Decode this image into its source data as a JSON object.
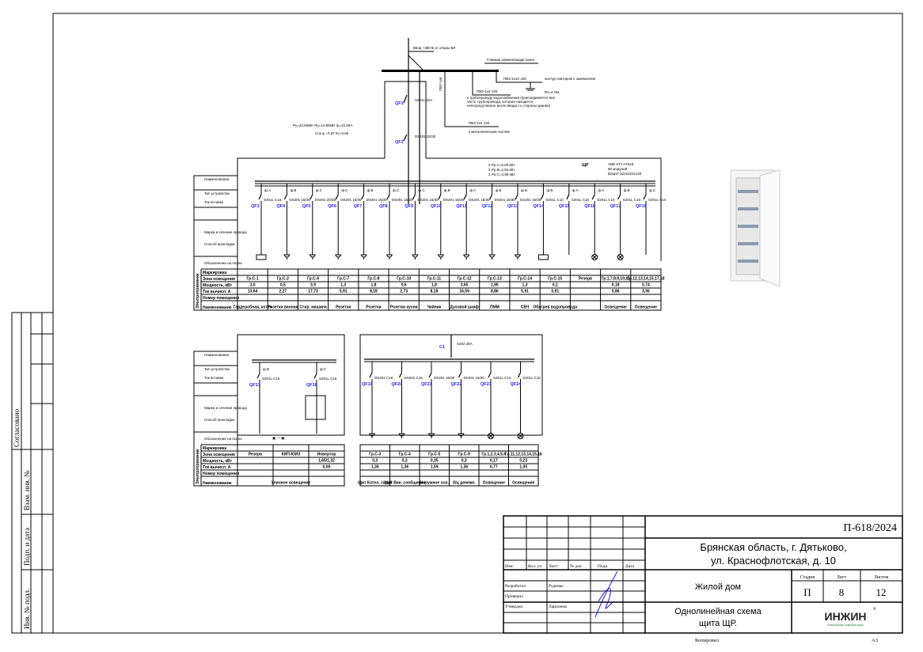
{
  "title_block": {
    "doc_number": "П-618/2024",
    "address_line1": "Брянская область, г. Дятьково,",
    "address_line2": "ул. Краснофлотская, д. 10",
    "object": "Жилой дом",
    "sheet_title_line1": "Однолинейная схема",
    "sheet_title_line2": "щита ЩР.",
    "col_headers": [
      "Изм.",
      "Кол. уч",
      "Лист",
      "№ док",
      "Подп.",
      "Дата"
    ],
    "roles": [
      {
        "role": "Разработал",
        "name": "Руденко"
      },
      {
        "role": "Проверил",
        "name": ""
      },
      {
        "role": "Утвердил",
        "name": "Ларионов"
      }
    ],
    "stage_label": "Стадия",
    "sheet_label": "Лист",
    "sheets_label": "Листов",
    "stage": "П",
    "sheet": "8",
    "sheets": "12",
    "logo_text": "ИНЖИН",
    "logo_sub": "Инженерные коммуникации",
    "copied_label": "Копировал",
    "format": "А3",
    "logo_color": "#2e7d32"
  },
  "side_stamp": {
    "agreed": "Согласовано",
    "inv_replace": "Взам. инв. №",
    "sign_date": "Подп. и дата",
    "inv_orig": "Инв. № подл."
  },
  "supply": {
    "input_note": "Ввод ~380 В от опоры ВЛ",
    "ground_bus": "Главная заземляющая шина",
    "ground_line1": "ПВ3-1х10 л20",
    "ground_loop": "контур повторного заземления",
    "ground_r": "Rз=4 Ом",
    "pipe_line": "ПВ3-1х4 л20",
    "pipe_note": "к трубопроводу водоснабжения (присоединяется вне часть трубопровода, которая находится непосредственно возле ввода со стороны здания)",
    "metal_line": "ПВ3-1х4 л20",
    "metal_note": "к металлическим частям",
    "pe_line": "ПВ3-1х6",
    "qf1": "QF1",
    "qf1_type": "S201L 32A",
    "qf2": "QF2",
    "qf2_type": "DS201 32/30",
    "calc1": "Ру=22,50кВт   Рр=14,69кВт   Iр=22,59А",
    "calc2": "Cos φ =0,97   Кс=0,65"
  },
  "panel": {
    "phase_a": "Σ Рр.А=5,00 кВт",
    "phase_b": "Σ Рр.В=4,94 кВт",
    "phase_c": "Σ Рр.С=4,89 кВт",
    "name": "ЩР",
    "model": "ABB STJ AT51E",
    "modules": "60 модулей",
    "size": "ВхШхГ 524х324х140"
  },
  "top_breakers": [
    {
      "id": "QF3",
      "phase": "ф.А",
      "type": "S201L C16",
      "load": "box"
    },
    {
      "id": "QF4",
      "phase": "ф.В",
      "type": "DS201 16/30",
      "load": "socket"
    },
    {
      "id": "QF5",
      "phase": "ф.С",
      "type": "DS201 20/30",
      "load": "socket"
    },
    {
      "id": "QF6",
      "phase": "ф.С",
      "type": "DS201 16/30",
      "load": "socket"
    },
    {
      "id": "QF7",
      "phase": "ф.В",
      "type": "DS201 16/30",
      "load": "socket"
    },
    {
      "id": "QF8",
      "phase": "ф.С",
      "type": "DS201 16/30",
      "load": "socket"
    },
    {
      "id": "QF9",
      "phase": "ф.С",
      "type": "DS201 16/30",
      "load": "socket"
    },
    {
      "id": "QF10",
      "phase": "ф.В",
      "type": "DS201 16/30",
      "load": "socket"
    },
    {
      "id": "QF11",
      "phase": "ф.А",
      "type": "DS201 16/30",
      "load": "socket"
    },
    {
      "id": "QF12",
      "phase": "ф.В",
      "type": "DS201 16/30",
      "load": "socket"
    },
    {
      "id": "QF13",
      "phase": "ф.В",
      "type": "DS201 16/30",
      "load": "socket"
    },
    {
      "id": "QF14",
      "phase": "ф.В",
      "type": "S201L C10",
      "load": "box"
    },
    {
      "id": "QF15",
      "phase": "ф.А",
      "type": "S201L C16",
      "load": "none"
    },
    {
      "id": "QF16",
      "phase": "ф.А",
      "type": "S201L C10",
      "load": "lamp"
    },
    {
      "id": "QF17",
      "phase": "ф.В",
      "type": "S201L C10",
      "load": "lamp"
    },
    {
      "id": "QF18",
      "phase": "ф.С",
      "type": "S201L C10",
      "load": "none"
    }
  ],
  "row_labels": [
    "Маркировка",
    "Зона освещения",
    "Мощность, кВт",
    "Ток вычисл. А",
    "Номер помещения",
    "Наименование"
  ],
  "header_labels": [
    "Наименование",
    "Тип устройства",
    "Ток вставки",
    "Марка и сечение провода",
    "Способ прокладки",
    "Обозначение на плане"
  ],
  "side_label": "Электроприемник",
  "top_table": [
    {
      "group": "Гр.С-1",
      "power": "3,0",
      "current": "13,64",
      "name": "Гардеробная, котел"
    },
    {
      "group": "Гр.С-2",
      "power": "0,5",
      "current": "2,27",
      "name": "Розетки ванная"
    },
    {
      "group": "Гр.С-6",
      "power": "3,9",
      "current": "17,73",
      "name": "Стир. машина"
    },
    {
      "group": "Гр.С-7",
      "power": "1,3",
      "current": "5,91",
      "name": "Розетки"
    },
    {
      "group": "Гр.С-8",
      "power": "1,8",
      "current": "8,18",
      "name": "Розетки"
    },
    {
      "group": "Гр.С-10",
      "power": "0,6",
      "current": "2,73",
      "name": "Розетки кухня"
    },
    {
      "group": "Гр.С-11",
      "power": "1,8",
      "current": "8,18",
      "name": "Чайник"
    },
    {
      "group": "Гр.С-12",
      "power": "3,65",
      "current": "16,59",
      "name": "Духовой шкаф"
    },
    {
      "group": "Гр.С-13",
      "power": "1,95",
      "current": "8,86",
      "name": "ПММ"
    },
    {
      "group": "Гр.С-14",
      "power": "1,3",
      "current": "5,91",
      "name": "СВЧ"
    },
    {
      "group": "Гр.С-15",
      "power": "0,2",
      "current": "0,91",
      "name": "Обогрев водопровода"
    },
    {
      "group": "Резерв",
      "power": "",
      "current": "",
      "name": ""
    },
    {
      "group": "Гр.1,7,8,9,10,11",
      "power": "0,18",
      "current": "0,86",
      "name": "Освещение"
    },
    {
      "group": "Гр.12,13,14,15,17,18",
      "power": "0,74",
      "current": "3,36",
      "name": "Освещение"
    }
  ],
  "bottom_left": {
    "breakers": [
      {
        "id": "QF17",
        "phase": "ф.В",
        "type": "S201L C16"
      },
      {
        "id": "QF18",
        "phase": "ф.С",
        "type": "S201L C16"
      }
    ],
    "table": [
      {
        "group": "Резерв",
        "power": "",
        "current": "",
        "name": ""
      },
      {
        "group": "КИП-ЮИЗ",
        "power": "",
        "current": "",
        "name": "Уличное освещение"
      },
      {
        "group": "Инвертор",
        "power": "1,65/1,32",
        "current": "6,00",
        "name": ""
      }
    ]
  },
  "bottom_right": {
    "c1": "C1",
    "c1_type": "S202 25A",
    "breakers": [
      {
        "id": "QF19",
        "type": "DS201 C16",
        "load": "socket"
      },
      {
        "id": "QF20",
        "type": "DS201 C16",
        "load": "socket"
      },
      {
        "id": "QF21",
        "type": "DS201 16/30",
        "load": "socket"
      },
      {
        "id": "QF22",
        "type": "DS201 16/30",
        "load": "socket"
      },
      {
        "id": "QF23",
        "type": "S201L C10",
        "load": "lamp"
      },
      {
        "id": "QF24",
        "type": "S201L C10",
        "load": "lamp"
      }
    ],
    "table": [
      {
        "group": "Гр.С-3",
        "power": "0,3",
        "current": "1,36",
        "name": "Щит Котел, сарай"
      },
      {
        "group": "Гр.С-4",
        "power": "0,3",
        "current": "1,36",
        "name": "Щит Ван. сообщение"
      },
      {
        "group": "Гр.С-5",
        "power": "0,35",
        "current": "1,59",
        "name": "Наружное осв."
      },
      {
        "group": "Гр.С-9",
        "power": "0,3",
        "current": "1,36",
        "name": "Х/ц денежн."
      },
      {
        "group": "Гр.1,2,3,4,5,6",
        "power": "0,17",
        "current": "0,77",
        "name": "Освещение"
      },
      {
        "group": "Гр.11,12,13,14,15,16",
        "power": "0,23",
        "current": "1,05",
        "name": "Освещение"
      }
    ]
  }
}
